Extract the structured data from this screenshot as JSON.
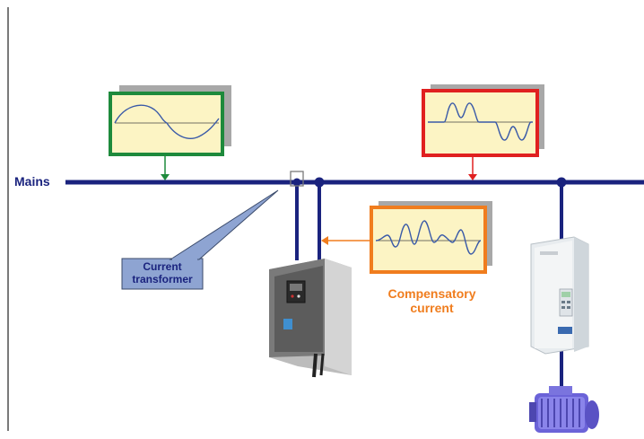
{
  "labels": {
    "mains": "Mains",
    "ct_line1": "Current",
    "ct_line2": "transformer",
    "comp_line1": "Compensatory",
    "comp_line2": "current"
  },
  "colors": {
    "bus": "#1a237e",
    "label_blue": "#1a237e",
    "orange": "#f07d1e",
    "green": "#1e8a3c",
    "red": "#e02020",
    "scope_bg": "#fcf4c4",
    "scope_shadow": "#a8a8a8",
    "wave": "#3a5aa8",
    "callout_fill": "#8ea4d2",
    "callout_stroke": "#3a4a6a"
  },
  "icons": {
    "ct": "current-transformer-icon",
    "filter": "active-filter-cabinet-icon",
    "drive": "variable-speed-drive-icon",
    "motor": "electric-motor-icon"
  },
  "waveforms": {
    "mains_current": "sinusoidal",
    "load_current": "non-sinusoidal, pulsed",
    "compensatory_current": "harmonic compensation"
  }
}
